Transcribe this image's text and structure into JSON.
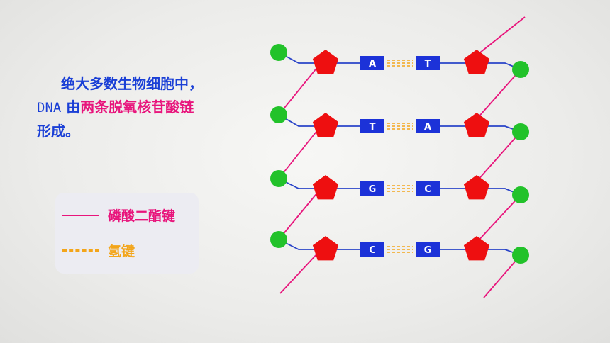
{
  "intro": {
    "line1": "绝大多数生物细胞中，",
    "dna": "DNA",
    "mid": " 由",
    "highlight": "两条脱氧核苷酸链",
    "line3": "形成。"
  },
  "legend": {
    "phosphodiester": "磷酸二酯键",
    "hydrogen": "氢键"
  },
  "colors": {
    "phosphate": "#22c22a",
    "sugar": "#ee0f10",
    "base": "#1c32d8",
    "backbone": "#e8157c",
    "connector": "#2a44c8",
    "hbond": "#f3a51a",
    "text": "#1a3fd6"
  },
  "pairs": [
    {
      "left": "A",
      "right": "T"
    },
    {
      "left": "T",
      "right": "A"
    },
    {
      "left": "G",
      "right": "C"
    },
    {
      "left": "C",
      "right": "G"
    }
  ]
}
